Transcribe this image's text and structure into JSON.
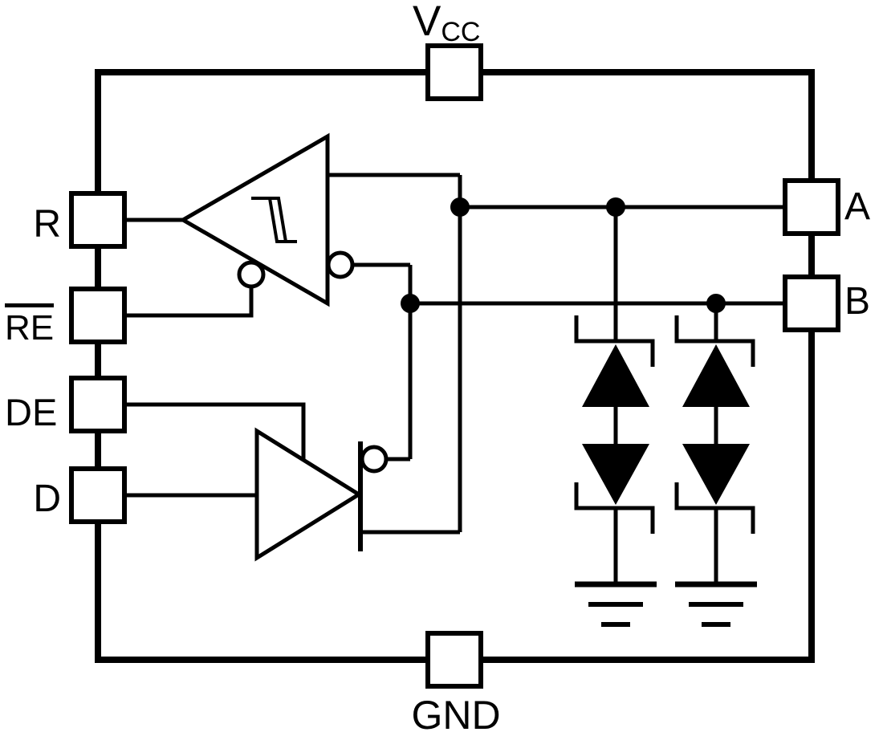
{
  "diagram": {
    "description": "RS-485 transceiver functional block diagram",
    "colors": {
      "stroke": "#000000",
      "background": "#ffffff"
    },
    "pins": {
      "vcc": {
        "main": "V",
        "sub": "CC"
      },
      "gnd": {
        "label": "GND"
      },
      "r": {
        "label": "R"
      },
      "re": {
        "label": "RE",
        "overline": true
      },
      "de": {
        "label": "DE"
      },
      "d": {
        "label": "D"
      },
      "a": {
        "label": "A"
      },
      "b": {
        "label": "B"
      }
    },
    "symbols": {
      "receiver": "receiver-buffer-with-hysteresis-icon",
      "receiver_enable": "active-low-enable-bubble-icon",
      "receiver_inverting_input": "inverting-input-bubble-icon",
      "driver": "driver-buffer-icon",
      "driver_inverting_output": "inverting-output-bubble-icon",
      "tvs_a": "back-to-back-tvs-diodes-icon",
      "tvs_b": "back-to-back-tvs-diodes-icon",
      "ground_a": "ground-icon",
      "ground_b": "ground-icon"
    }
  }
}
